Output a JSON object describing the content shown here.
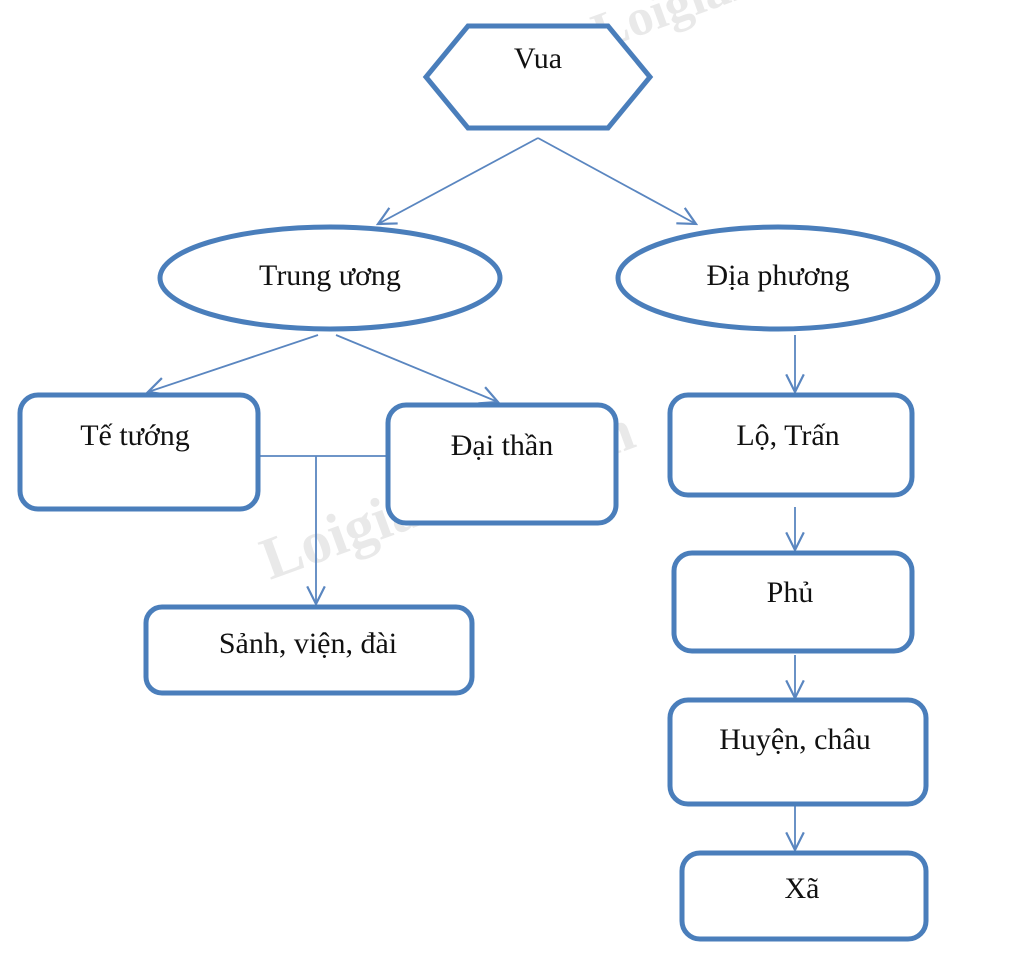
{
  "diagram": {
    "colors": {
      "node_stroke": "#4a7ebb",
      "edge": "#5a86c0",
      "text": "#111111",
      "watermark": "#d0d0d0"
    },
    "watermark_text": "Loigiaihay.com",
    "nodes": {
      "vua": {
        "label": "Vua",
        "shape": "hexagon"
      },
      "trung_uong": {
        "label": "Trung ương",
        "shape": "ellipse"
      },
      "dia_phuong": {
        "label": "Địa phương",
        "shape": "ellipse"
      },
      "te_tuong": {
        "label": "Tế tướng",
        "shape": "rounded-rect"
      },
      "dai_than": {
        "label": "Đại thần",
        "shape": "rounded-rect"
      },
      "sanh_vien_dai": {
        "label": "Sảnh, viện, đài",
        "shape": "rounded-rect"
      },
      "lo_tran": {
        "label": "Lộ, Trấn",
        "shape": "rounded-rect"
      },
      "phu": {
        "label": "Phủ",
        "shape": "rounded-rect"
      },
      "huyen_chau": {
        "label": "Huyện, châu",
        "shape": "rounded-rect"
      },
      "xa": {
        "label": "Xã",
        "shape": "rounded-rect"
      }
    },
    "edges": [
      {
        "from": "vua",
        "to": "trung_uong"
      },
      {
        "from": "vua",
        "to": "dia_phuong"
      },
      {
        "from": "trung_uong",
        "to": "te_tuong"
      },
      {
        "from": "trung_uong",
        "to": "dai_than"
      },
      {
        "from": "te_tuong+dai_than",
        "to": "sanh_vien_dai"
      },
      {
        "from": "dia_phuong",
        "to": "lo_tran"
      },
      {
        "from": "lo_tran",
        "to": "phu"
      },
      {
        "from": "phu",
        "to": "huyen_chau"
      },
      {
        "from": "huyen_chau",
        "to": "xa"
      }
    ]
  }
}
